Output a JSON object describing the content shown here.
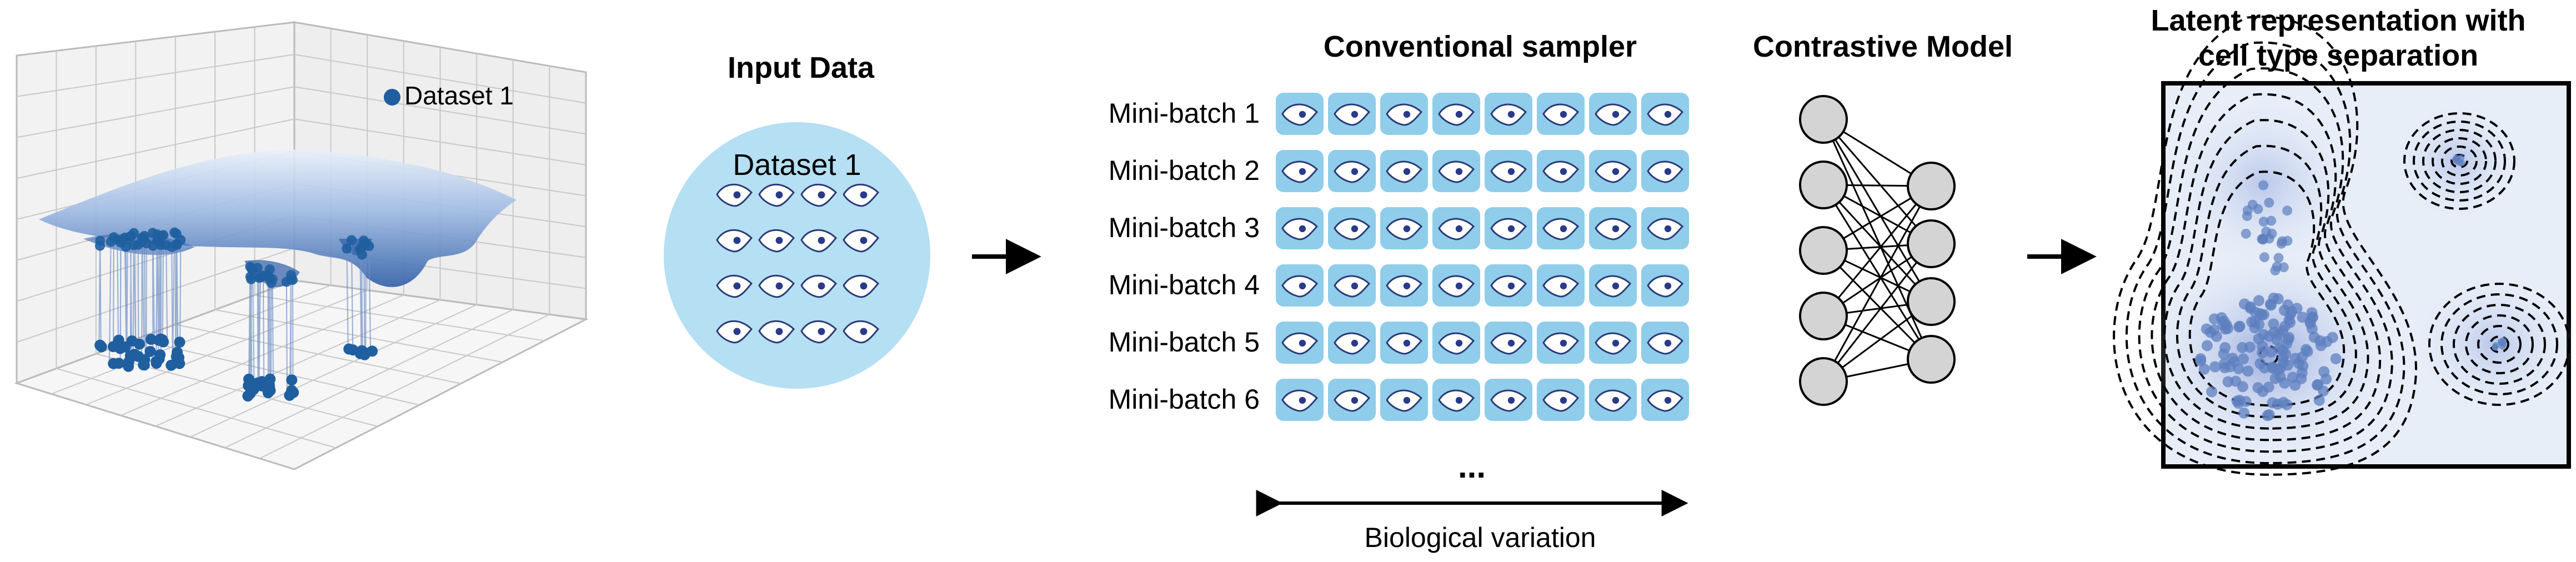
{
  "panel_3d": {
    "legend_label": "Dataset 1",
    "legend_color": "#1f5fa0",
    "surface_color": "#6f95cf",
    "point_color": "#1f5fa0"
  },
  "input_data": {
    "title": "Input Data",
    "circle_label": "Dataset 1",
    "circle_color": "#b5dff2",
    "cell_rows": 4,
    "cell_cols": 4
  },
  "sampler": {
    "title": "Conventional sampler",
    "minibatches": [
      "Mini-batch 1",
      "Mini-batch 2",
      "Mini-batch 3",
      "Mini-batch 4",
      "Mini-batch 5",
      "Mini-batch 6"
    ],
    "cells_per_batch": 8,
    "ellipsis": "...",
    "axis_label": "Biological variation",
    "tile_color": "#8fcdea"
  },
  "model": {
    "title": "Contrastive Model",
    "input_nodes": 5,
    "output_nodes": 4,
    "node_color": "#d4d4d4"
  },
  "latent": {
    "title_line1": "Latent representation with",
    "title_line2": "cell type separation",
    "point_color": "#5d7fbf"
  }
}
